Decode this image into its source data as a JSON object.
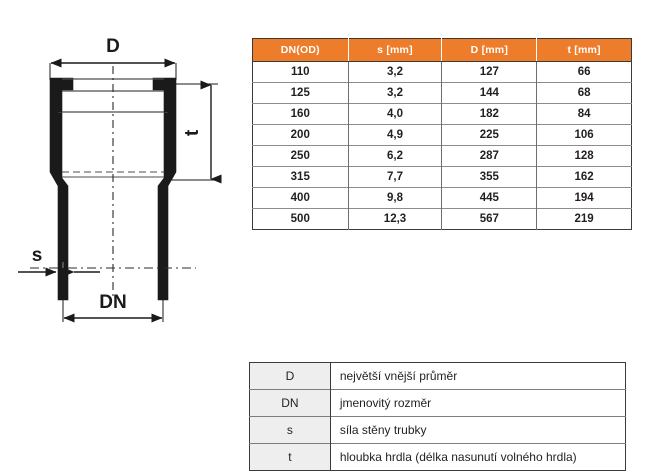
{
  "diagram": {
    "title": "pipe-socket-cross-section",
    "dimension_labels": {
      "d": "D",
      "dn": "DN",
      "s": "s",
      "t": "t"
    }
  },
  "spec_table": {
    "headers": [
      "DN(OD)",
      "s [mm]",
      "D  [mm]",
      "t [mm]"
    ],
    "rows": [
      [
        "110",
        "3,2",
        "127",
        "66"
      ],
      [
        "125",
        "3,2",
        "144",
        "68"
      ],
      [
        "160",
        "4,0",
        "182",
        "84"
      ],
      [
        "200",
        "4,9",
        "225",
        "106"
      ],
      [
        "250",
        "6,2",
        "287",
        "128"
      ],
      [
        "315",
        "7,7",
        "355",
        "162"
      ],
      [
        "400",
        "9,8",
        "445",
        "194"
      ],
      [
        "500",
        "12,3",
        "567",
        "219"
      ]
    ]
  },
  "legend_table": {
    "rows": [
      {
        "symbol": "D",
        "description": "největší vnější průměr"
      },
      {
        "symbol": "DN",
        "description": "jmenovitý rozměr"
      },
      {
        "symbol": "s",
        "description": "síla stěny trubky"
      },
      {
        "symbol": "t",
        "description": "hloubka hrdla (délka nasunutí volného hrdla)"
      }
    ]
  },
  "colors": {
    "header_orange": "#EE7D2B",
    "legend_key_bg": "#EEEEEE",
    "line_black": "#1A1A1A",
    "page_bg": "#FFFFFF"
  }
}
